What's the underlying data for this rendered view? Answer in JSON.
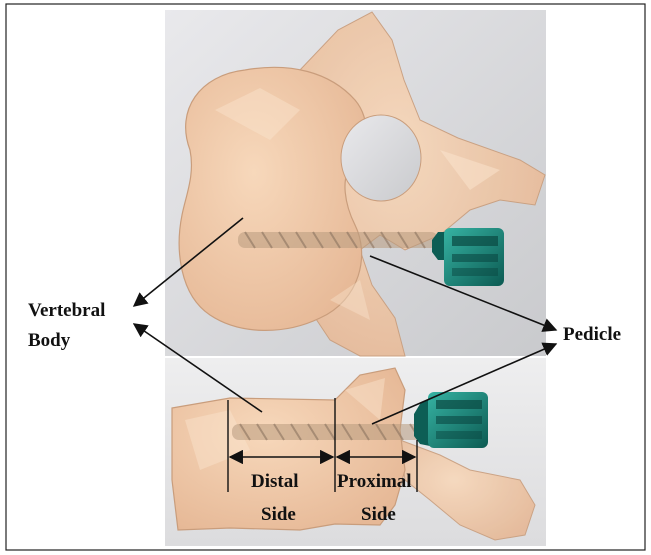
{
  "labels": {
    "vertebral_body_line1": "Vertebral",
    "vertebral_body_line2": "Body",
    "pedicle": "Pedicle",
    "distal_line1": "Distal",
    "distal_line2": "Side",
    "proximal_line1": "Proximal",
    "proximal_line2": "Side"
  },
  "colors": {
    "bone": "#f0c9a6",
    "bone_edge": "#c89a78",
    "bone_highlight": "#fbe5cf",
    "screw_head": "#1f8f82",
    "screw_head_dark": "#0d5e55",
    "screw_shaft": "#b89a7e",
    "background_top": "#d9dadd",
    "background_bottom": "#e6e6e8",
    "frame": "#222222"
  },
  "icons": {
    "screw": "pedicle-screw-icon",
    "vertebra": "vertebra-illustration"
  }
}
